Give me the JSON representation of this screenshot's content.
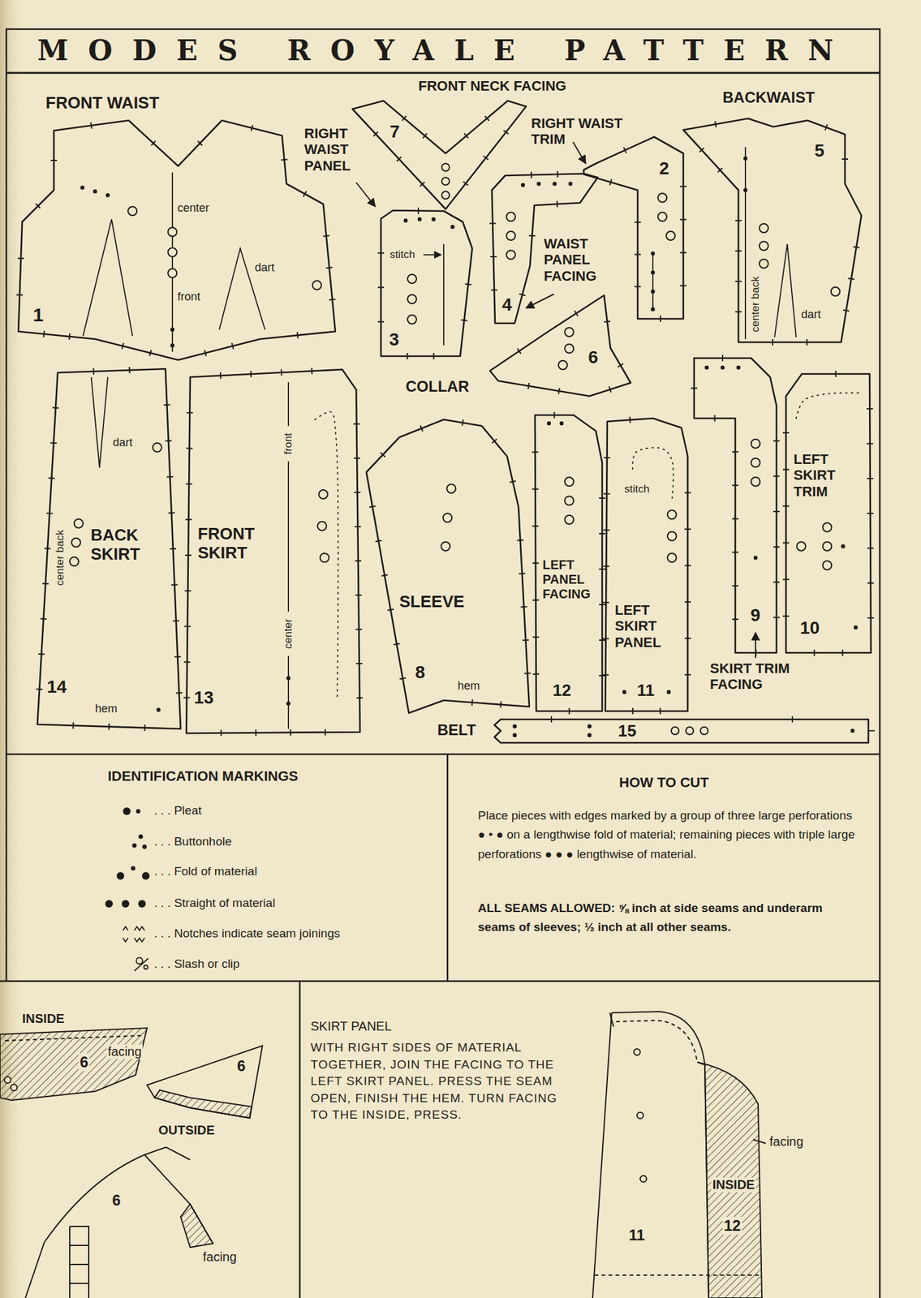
{
  "diagram": {
    "title": "MODES ROYALE PATTERN",
    "nodes": [
      {
        "text": [
          "FRONT WAIST",
          "center",
          "front",
          "dart",
          "1"
        ]
      },
      {
        "text": [
          "FRONT NECK FACING",
          "7"
        ]
      },
      {
        "text": [
          "RIGHT WAIST PANEL",
          "stitch",
          "3"
        ]
      },
      {
        "text": [
          "WAIST PANEL FACING",
          "4"
        ]
      },
      {
        "text": [
          "RIGHT WAIST TRIM",
          "2"
        ]
      },
      {
        "text": [
          "BACKWAIST",
          "center back",
          "dart",
          "5"
        ]
      },
      {
        "text": [
          "COLLAR",
          "6"
        ]
      },
      {
        "text": [
          "BACK SKIRT",
          "center back",
          "dart",
          "hem",
          "14"
        ]
      },
      {
        "text": [
          "FRONT SKIRT",
          "front",
          "center",
          "13"
        ]
      },
      {
        "text": [
          "SLEEVE",
          "hem",
          "8"
        ]
      },
      {
        "text": [
          "LEFT PANEL FACING",
          "12"
        ]
      },
      {
        "text": [
          "LEFT SKIRT PANEL",
          "stitch",
          "11"
        ]
      },
      {
        "text": [
          "SKIRT TRIM FACING",
          "9"
        ]
      },
      {
        "text": [
          "LEFT SKIRT TRIM",
          "10"
        ]
      },
      {
        "text": [
          "BELT",
          "15"
        ]
      },
      {
        "text": [
          "IDENTIFICATION MARKINGS"
        ]
      },
      {
        "text": [
          "HOW TO CUT",
          "Place pieces with edges marked by a group of three large perforations ● • ● on a lengthwise fold of material; remaining pieces with triple large perforations ● ● ● lengthwise of material.",
          "ALL SEAMS ALLOWED: ⅝ inch at side seams and underarm seams of sleeves; ½ inch at all other seams."
        ]
      },
      {
        "text": [
          "SKIRT PANEL",
          "WITH RIGHT SIDES OF MATERIAL TOGETHER, JOIN THE FACING TO THE LEFT SKIRT PANEL. PRESS THE SEAM OPEN, FINISH THE HEM. TURN FACING TO THE INSIDE, PRESS."
        ]
      }
    ],
    "labels": [
      "INSIDE",
      "6",
      "facing",
      "6",
      "OUTSIDE",
      "6",
      "facing",
      "facing",
      "INSIDE",
      "12",
      "11"
    ],
    "legend": [
      {
        "text": ". . . Pleat"
      },
      {
        "text": ". . . Buttonhole"
      },
      {
        "text": ". . . Fold of material"
      },
      {
        "text": ". . . Straight of material"
      },
      {
        "text": ". . . Notches indicate seam joinings"
      },
      {
        "text": ". . . Slash or clip"
      }
    ]
  }
}
